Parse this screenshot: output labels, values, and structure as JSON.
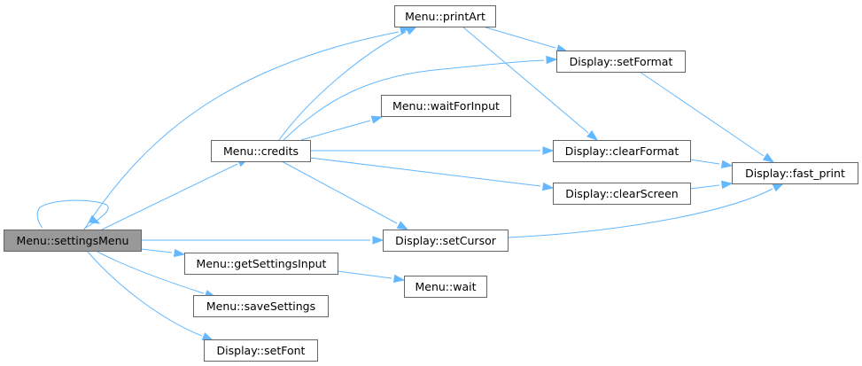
{
  "colors": {
    "node_fill": "#ffffff",
    "root_fill": "#999999",
    "node_border": "#666666",
    "edge": "#63b8ff",
    "text": "#000000"
  },
  "graph": {
    "nodes": [
      {
        "id": "settingsMenu",
        "label": "Menu::settingsMenu",
        "root": true
      },
      {
        "id": "credits",
        "label": "Menu::credits"
      },
      {
        "id": "printArt",
        "label": "Menu::printArt"
      },
      {
        "id": "waitForInput",
        "label": "Menu::waitForInput"
      },
      {
        "id": "getSettingsInput",
        "label": "Menu::getSettingsInput"
      },
      {
        "id": "saveSettings",
        "label": "Menu::saveSettings"
      },
      {
        "id": "setFont",
        "label": "Display::setFont"
      },
      {
        "id": "setFormat",
        "label": "Display::setFormat"
      },
      {
        "id": "clearFormat",
        "label": "Display::clearFormat"
      },
      {
        "id": "clearScreen",
        "label": "Display::clearScreen"
      },
      {
        "id": "setCursor",
        "label": "Display::setCursor"
      },
      {
        "id": "wait",
        "label": "Menu::wait"
      },
      {
        "id": "fastPrint",
        "label": "Display::fast_print"
      }
    ],
    "edges": [
      {
        "from": "settingsMenu",
        "to": "settingsMenu"
      },
      {
        "from": "settingsMenu",
        "to": "credits"
      },
      {
        "from": "settingsMenu",
        "to": "printArt"
      },
      {
        "from": "settingsMenu",
        "to": "setCursor"
      },
      {
        "from": "settingsMenu",
        "to": "getSettingsInput"
      },
      {
        "from": "settingsMenu",
        "to": "saveSettings"
      },
      {
        "from": "settingsMenu",
        "to": "setFont"
      },
      {
        "from": "credits",
        "to": "printArt"
      },
      {
        "from": "credits",
        "to": "setFormat"
      },
      {
        "from": "credits",
        "to": "waitForInput"
      },
      {
        "from": "credits",
        "to": "clearFormat"
      },
      {
        "from": "credits",
        "to": "clearScreen"
      },
      {
        "from": "credits",
        "to": "setCursor"
      },
      {
        "from": "printArt",
        "to": "setFormat"
      },
      {
        "from": "printArt",
        "to": "clearFormat"
      },
      {
        "from": "setFormat",
        "to": "fastPrint"
      },
      {
        "from": "clearFormat",
        "to": "fastPrint"
      },
      {
        "from": "clearScreen",
        "to": "fastPrint"
      },
      {
        "from": "setCursor",
        "to": "fastPrint"
      },
      {
        "from": "getSettingsInput",
        "to": "wait"
      }
    ]
  }
}
